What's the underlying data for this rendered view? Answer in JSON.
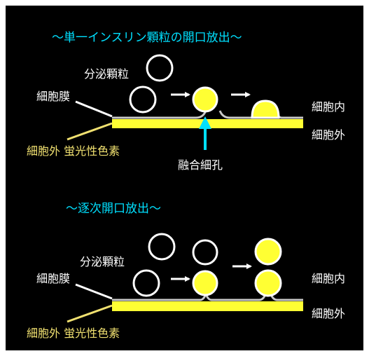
{
  "colors": {
    "background": "#000000",
    "membrane": "#c8c8c8",
    "fluorescent_dye": "#ffff33",
    "title_text": "#00e0ff",
    "label_text": "#ffffff",
    "dye_label_text": "#f0e070",
    "fusion_pore_arrow": "#00e0ff"
  },
  "top_section": {
    "title": "～単一インスリン顆粒の開口放出～",
    "vesicle_label": "分泌顆粒",
    "membrane_label": "細胞膜",
    "intracellular_label": "細胞内",
    "extracellular_label": "細胞外",
    "dye_label": "細胞外 蛍光性色素",
    "pore_label": "融合細孔"
  },
  "bottom_section": {
    "title": "～逐次開口放出～",
    "vesicle_label": "分泌顆粒",
    "membrane_label": "細胞膜",
    "intracellular_label": "細胞内",
    "extracellular_label": "細胞外",
    "dye_label": "細胞外 蛍光性色素"
  },
  "icons": [
    "right-arrow-icon",
    "up-arrow-icon"
  ]
}
